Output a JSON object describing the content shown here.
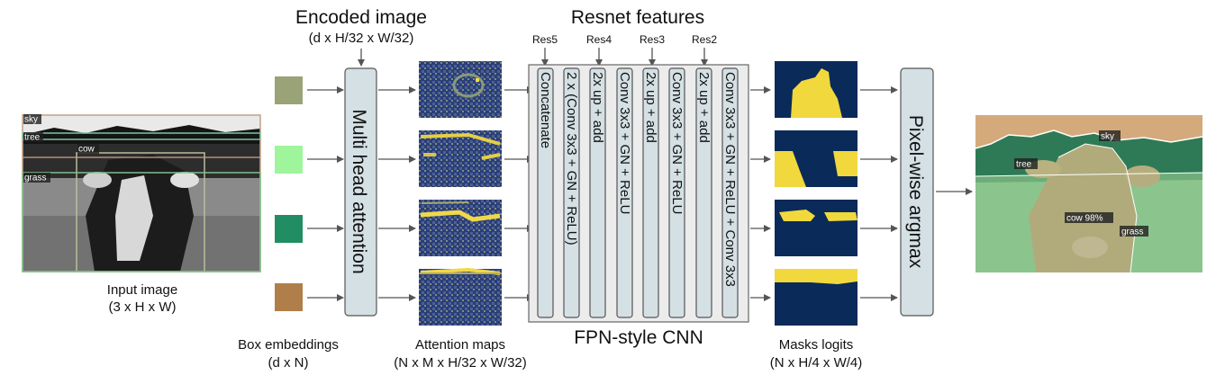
{
  "input": {
    "caption": [
      "Input image",
      "(3 x H x W)"
    ],
    "tags": [
      "sky",
      "tree",
      "cow",
      "grass"
    ]
  },
  "encoded": {
    "title": "Encoded image",
    "dims": "(d x H/32 x W/32)"
  },
  "embeddings": {
    "caption": [
      "Box embeddings",
      "(d x N)"
    ],
    "colors": [
      "#9aa278",
      "#9ef59c",
      "#208e62",
      "#b07f49"
    ]
  },
  "mha": {
    "label": "Multi head attention"
  },
  "attention": {
    "caption": [
      "Attention maps",
      "(N x M x H/32 x W/32)"
    ]
  },
  "resnet": {
    "title": "Resnet features",
    "levels": [
      "Res5",
      "Res4",
      "Res3",
      "Res2"
    ]
  },
  "fpn": {
    "label": "FPN-style CNN",
    "columns": [
      "Concatenate",
      "2 x (Conv 3x3 + GN + ReLU)",
      "2x up + add",
      "Conv 3x3 + GN + ReLU",
      "2x up + add",
      "Conv 3x3 + GN + ReLU",
      "2x up + add",
      "Conv 3x3 + GN + ReLU + Conv 3x3"
    ]
  },
  "masks": {
    "caption": [
      "Masks logits",
      "(N x H/4 x W/4)"
    ]
  },
  "argmax": {
    "label": "Pixel-wise argmax"
  },
  "output": {
    "tags": [
      "sky",
      "tree",
      "cow 98%",
      "grass"
    ]
  }
}
